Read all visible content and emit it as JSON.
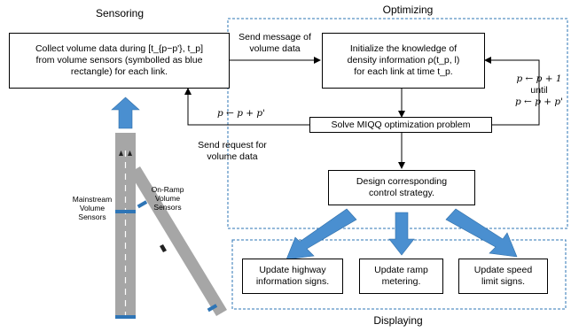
{
  "sections": {
    "sensoring": "Sensoring",
    "optimizing": "Optimizing",
    "displaying": "Displaying"
  },
  "boxes": {
    "collect": {
      "line1": "Collect volume data during [t_{p−p'}, t_p]",
      "line2": "from volume sensors (symbolled as blue",
      "line3": "rectangle) for each link."
    },
    "initialize": {
      "line1": "Initialize the knowledge of",
      "line2": "density information ρ(t_p, l)",
      "line3": "for each link at time t_p."
    },
    "solve": "Solve MIQQ optimization problem",
    "design": {
      "line1": "Design corresponding",
      "line2": "control strategy."
    },
    "update_info": {
      "line1": "Update highway",
      "line2": "information signs."
    },
    "update_ramp": {
      "line1": "Update ramp",
      "line2": "metering."
    },
    "update_speed": {
      "line1": "Update speed",
      "line2": "limit signs."
    }
  },
  "edge_labels": {
    "send_message": {
      "line1": "Send message of",
      "line2": "volume data"
    },
    "send_request": {
      "line1": "Send request for",
      "line2": "volume data"
    },
    "p_update_left": "p ← p + p'",
    "loop": {
      "line1": "p ← p + 1",
      "line2": "until",
      "line3": "p ← p + p'"
    }
  },
  "road_labels": {
    "mainstream": {
      "line1": "Mainstream",
      "line2": "Volume",
      "line3": "Sensors"
    },
    "onramp": {
      "line1": "On-Ramp",
      "line2": "Volume",
      "line3": "Sensors"
    }
  },
  "colors": {
    "arrow_blue": "#4a8fd0",
    "dashed_border": "#2e74b5",
    "road_gray": "#a6a6a6",
    "sensor_blue": "#2e75b6"
  }
}
